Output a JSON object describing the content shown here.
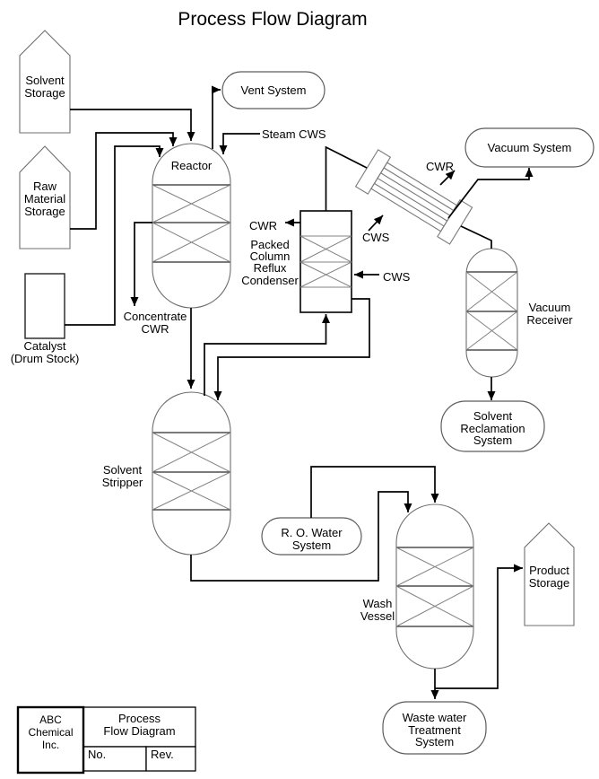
{
  "title": "Process Flow Diagram",
  "colors": {
    "background": "#ffffff",
    "flow_line": "#000000",
    "vessel_outline": "#6f6f6f"
  },
  "nodes": {
    "solvent_storage": {
      "lines": [
        "Solvent",
        "Storage"
      ]
    },
    "raw_material_storage": {
      "lines": [
        "Raw",
        "Material",
        "Storage"
      ]
    },
    "catalyst": {
      "lines": [
        "Catalyst",
        "(Drum Stock)"
      ]
    },
    "reactor": {
      "label": "Reactor"
    },
    "vent_system": {
      "label": "Vent System"
    },
    "vacuum_system": {
      "label": "Vacuum System"
    },
    "packed_column": {
      "lines": [
        "Packed",
        "Column",
        "Reflux",
        "Condenser"
      ]
    },
    "vacuum_receiver": {
      "lines": [
        "Vacuum",
        "Receiver"
      ]
    },
    "solvent_reclamation": {
      "lines": [
        "Solvent",
        "Reclamation",
        "System"
      ]
    },
    "solvent_stripper": {
      "lines": [
        "Solvent",
        "Stripper"
      ]
    },
    "ro_water": {
      "lines": [
        "R. O. Water",
        "System"
      ]
    },
    "wash_vessel": {
      "lines": [
        "Wash",
        "Vessel"
      ]
    },
    "product_storage": {
      "lines": [
        "Product",
        "Storage"
      ]
    },
    "waste_water": {
      "lines": [
        "Waste water",
        "Treatment",
        "System"
      ]
    }
  },
  "annotations": {
    "steam_cws": "Steam CWS",
    "cwr_vacuum_line": "CWR",
    "cws_exchanger": "CWS",
    "cwr_column": "CWR",
    "cws_column": "CWS",
    "concentrate_cwr": {
      "lines": [
        "Concentrate",
        "CWR"
      ]
    }
  },
  "title_block": {
    "company": {
      "lines": [
        "ABC",
        "Chemical",
        "Inc."
      ]
    },
    "drawing_title": {
      "lines": [
        "Process",
        "Flow Diagram"
      ]
    },
    "no_label": "No.",
    "rev_label": "Rev."
  }
}
